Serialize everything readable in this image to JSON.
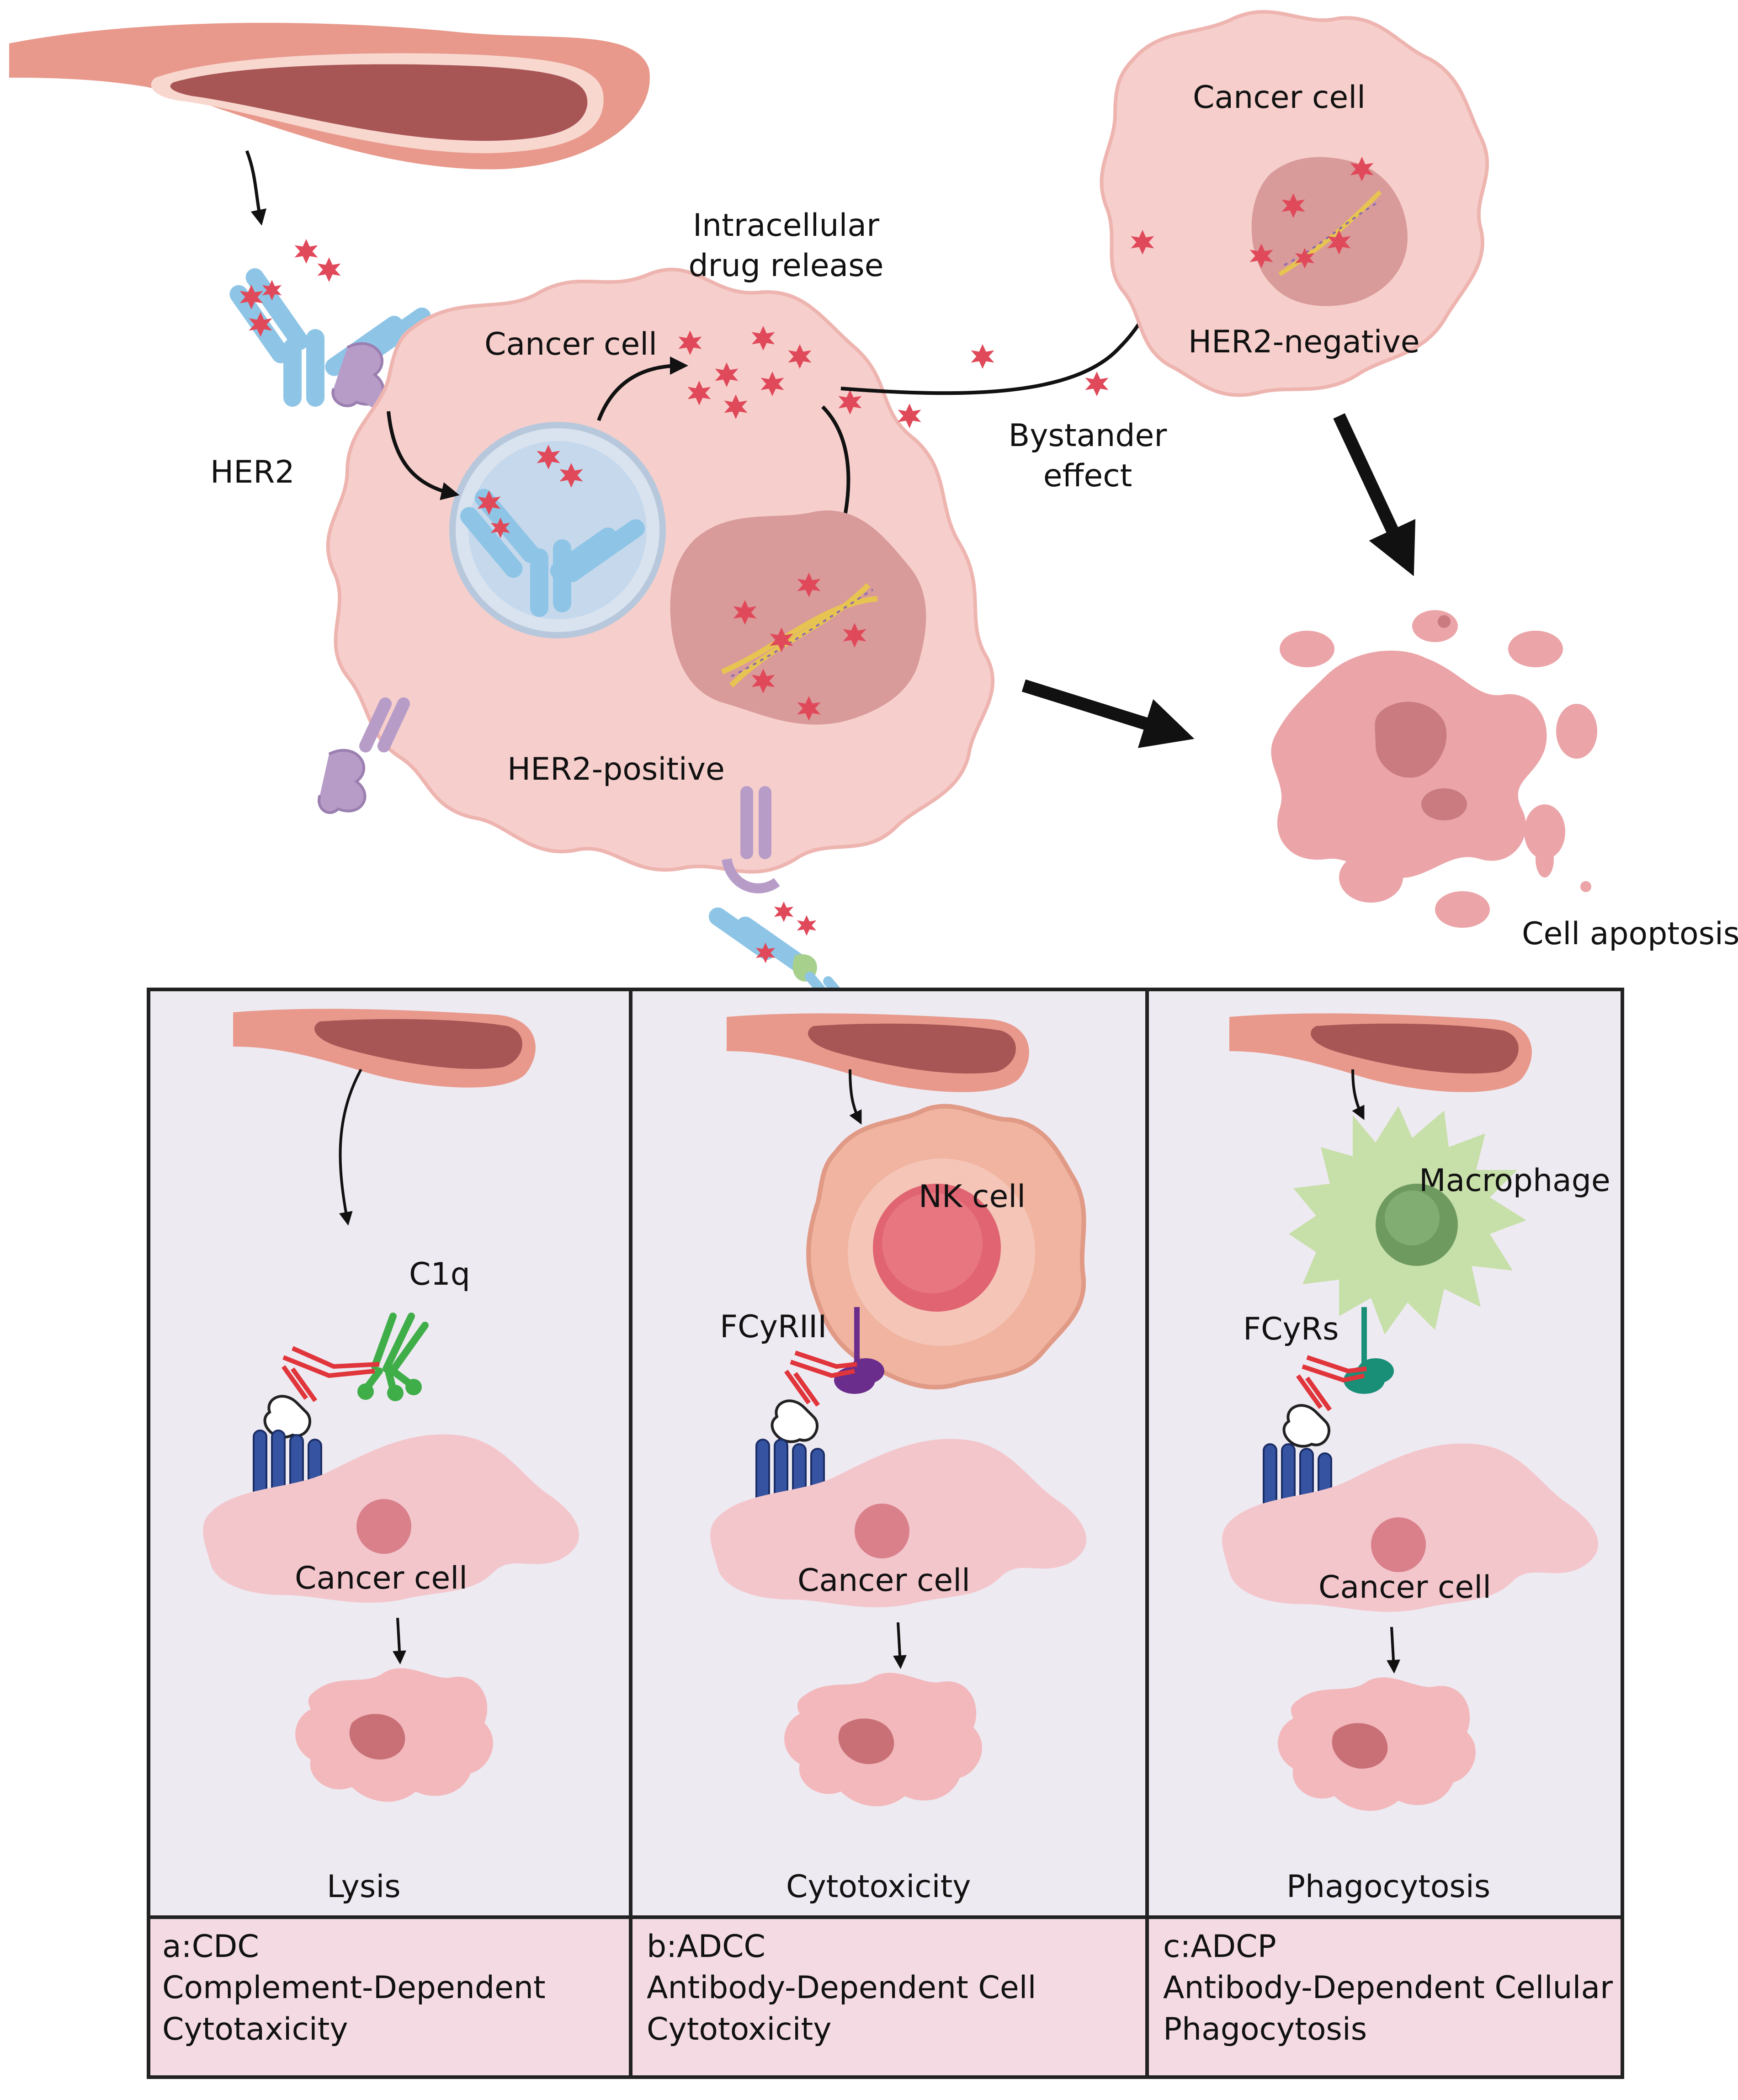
{
  "top": {
    "her2_label": "HER2",
    "cancer_cell_main": "Cancer cell",
    "intracellular_release": [
      "Intracellular",
      "drug release"
    ],
    "her2_positive": "HER2-positive",
    "cancer_cell_negative": "Cancer cell",
    "her2_negative": "HER2-negative",
    "bystander_effect": [
      "Bystander",
      "effect"
    ],
    "cell_apoptosis": "Cell apoptosis"
  },
  "panels": [
    {
      "receptor_label": "C1q",
      "cancer_cell": "Cancer cell",
      "outcome": "Lysis",
      "caption": [
        "a:CDC",
        "Complement-Dependent",
        "Cytotaxicity"
      ]
    },
    {
      "effector_cell": "NK cell",
      "receptor_label": "FCyRIII",
      "cancer_cell": "Cancer cell",
      "outcome": "Cytotoxicity",
      "caption": [
        "b:ADCC",
        "Antibody-Dependent Cell",
        "Cytotoxicity"
      ]
    },
    {
      "effector_cell": "Macrophage",
      "receptor_label": "FCyRs",
      "cancer_cell": "Cancer cell",
      "outcome": "Phagocytosis",
      "caption": [
        "c:ADCP",
        "Antibody-Dependent Cellular",
        "Phagocytosis"
      ]
    }
  ],
  "colors": {
    "vessel_outer": "#e8998c",
    "vessel_inner": "#a85555",
    "cancer_cell": "#f6cfcc",
    "nucleus": "#d99a9a",
    "antibody_blue": "#8ec5e6",
    "her2_purple": "#b79cc8",
    "payload": "#e0495a",
    "panel_bg": "#eeeaf2",
    "caption_bg": "#f4dbe3",
    "nk_cell": "#f0b4a0",
    "macrophage": "#c7dfa9",
    "fcyriii": "#6b2d8c",
    "fcyrs": "#1a8f78",
    "c1q": "#3fae49",
    "ab_red": "#e0353b",
    "receptor_blue": "#3553a0"
  }
}
